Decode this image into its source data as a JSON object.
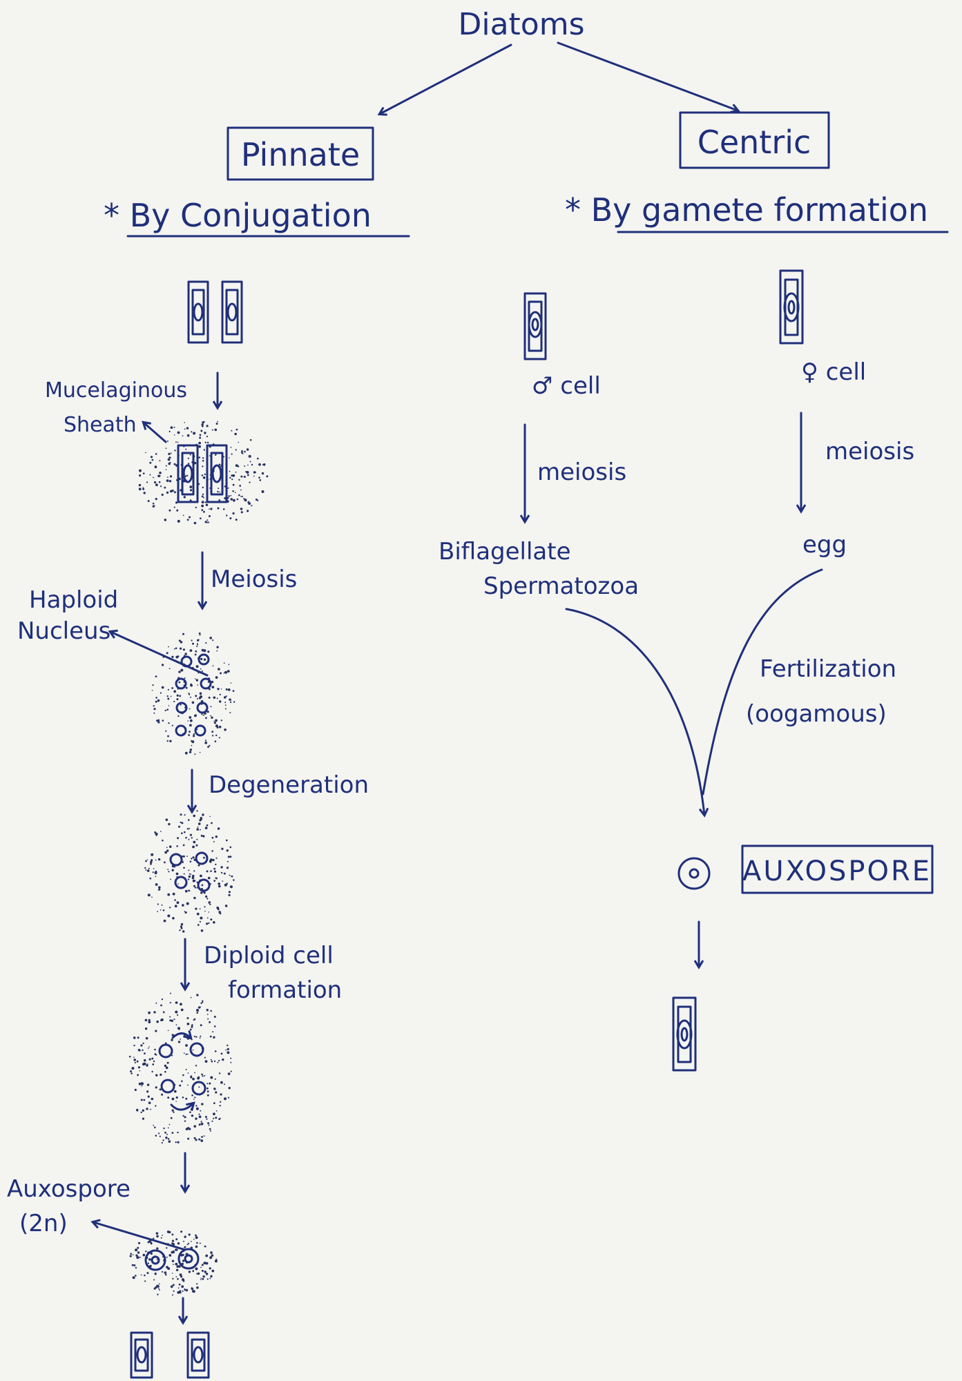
{
  "title": "Diatoms",
  "pinnate": {
    "label": "Pinnate",
    "method": "* By Conjugation",
    "mucilage_label": [
      "Mucelaginous",
      "Sheath"
    ],
    "step1": "Meiosis",
    "haploid_label": [
      "Haploid",
      "Nucleus"
    ],
    "step2": "Degeneration",
    "step3": [
      "Diploid cell",
      "formation"
    ],
    "auxospore_label": [
      "Auxospore",
      "(2n)"
    ]
  },
  "centric": {
    "label": "Centric",
    "method": "* By gamete formation",
    "male_cell": "♂ cell",
    "female_cell": "♀ cell",
    "meiosis_left": "meiosis",
    "meiosis_right": "meiosis",
    "sperm_label": [
      "Biflagellate",
      "Spermatozoa"
    ],
    "egg_label": "egg",
    "fertilization_label": [
      "Fertilization",
      "(oogamous)"
    ],
    "auxospore_box": "AUXOSPORE"
  },
  "colors": {
    "ink": "#1f2f7a",
    "paper": "#f4f4f1",
    "stipple": "#27325f"
  }
}
